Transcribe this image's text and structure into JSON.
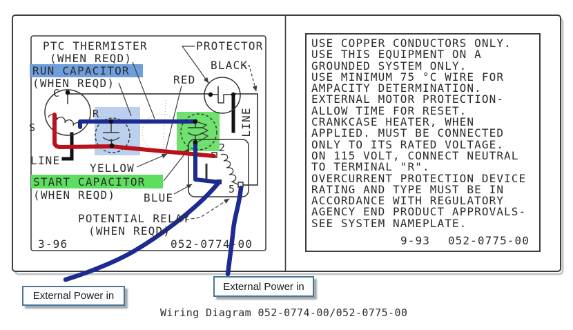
{
  "colors": {
    "wire_blue": "#1d2b91",
    "wire_red": "#b9121b",
    "wire_black": "#111111",
    "highlight_blue_label": "#6f9edc",
    "highlight_blue_area": "#a9c4e8",
    "highlight_green": "#5ede5e",
    "frame_line": "#3d3d3d",
    "callout_border": "#4d7693"
  },
  "diagram": {
    "labels": {
      "ptc_line1": "PTC THERMISTER",
      "ptc_line2": "(WHEN REQD)",
      "run_cap": "RUN CAPACITOR",
      "run_cap_note": "(WHEN REQD)",
      "protector": "PROTECTOR",
      "black": "BLACK",
      "red": "RED",
      "term_c": "C",
      "term_s": "S",
      "term_r": "R",
      "line_left": "LINE",
      "line_right": "LINE",
      "yellow": "YELLOW",
      "start_cap": "START CAPACITOR",
      "start_cap_note": "(WHEN REQD)",
      "blue": "BLUE",
      "relay_line1": "POTENTIAL RELAY",
      "relay_line2": "(WHEN REQD)",
      "relay_t2": "2",
      "relay_t5": "5",
      "date_code": "3-96",
      "part_number": "052-0774-00"
    }
  },
  "notice": {
    "lines": [
      "USE COPPER CONDUCTORS ONLY.",
      "USE THIS EQUIPMENT ON A",
      "GROUNDED SYSTEM ONLY.",
      "USE MINIMUM 75 °C WIRE FOR",
      "AMPACITY DETERMINATION.",
      "EXTERNAL MOTOR PROTECTION-",
      "ALLOW TIME FOR RESET.",
      "CRANKCASE HEATER, WHEN",
      "APPLIED. MUST BE CONNECTED",
      "ONLY TO ITS RATED VOLTAGE.",
      "ON 115 VOLT, CONNECT NEUTRAL",
      "TO TERMINAL \"R\".",
      "OVERCURRENT PROTECTION DEVICE",
      "RATING AND TYPE MUST BE IN",
      "ACCORDANCE WITH REGULATORY",
      "AGENCY END PRODUCT APPROVALS-",
      "SEE SYSTEM NAMEPLATE."
    ],
    "date_code": "9-93",
    "part_number": "052-0775-00"
  },
  "callouts": {
    "left": {
      "label": "External Power in"
    },
    "right": {
      "label": "External Power in"
    }
  },
  "caption": {
    "text": "Wiring Diagram 052-0774-00/052-0775-00"
  }
}
